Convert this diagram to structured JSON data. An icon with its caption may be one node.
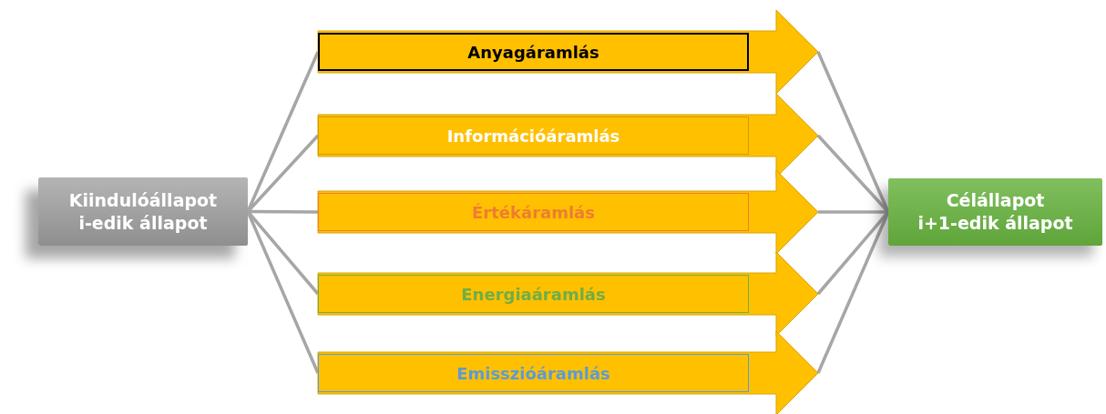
{
  "diagram": {
    "nodes": [
      {
        "text": [
          "Kiindulóállapot",
          "i-edik állapot"
        ]
      },
      {
        "text": [
          "Anyagáramlás"
        ]
      },
      {
        "text": [
          "Információáramlás"
        ]
      },
      {
        "text": [
          "Értékáramlás"
        ]
      },
      {
        "text": [
          "Energiaáramlás"
        ]
      },
      {
        "text": [
          "Emisszióáramlás"
        ]
      },
      {
        "text": [
          "Célállapot",
          "i+1-edik állapot"
        ]
      }
    ],
    "edges": [
      {
        "from": 0,
        "to": 1,
        "arrow": "none"
      },
      {
        "from": 0,
        "to": 2,
        "arrow": "none"
      },
      {
        "from": 0,
        "to": 3,
        "arrow": "none"
      },
      {
        "from": 0,
        "to": 4,
        "arrow": "none"
      },
      {
        "from": 0,
        "to": 5,
        "arrow": "none"
      },
      {
        "from": 1,
        "to": 6,
        "arrow": "none"
      },
      {
        "from": 2,
        "to": 6,
        "arrow": "none"
      },
      {
        "from": 3,
        "to": 6,
        "arrow": "none"
      },
      {
        "from": 4,
        "to": 6,
        "arrow": "none"
      },
      {
        "from": 5,
        "to": 6,
        "arrow": "none"
      }
    ]
  }
}
